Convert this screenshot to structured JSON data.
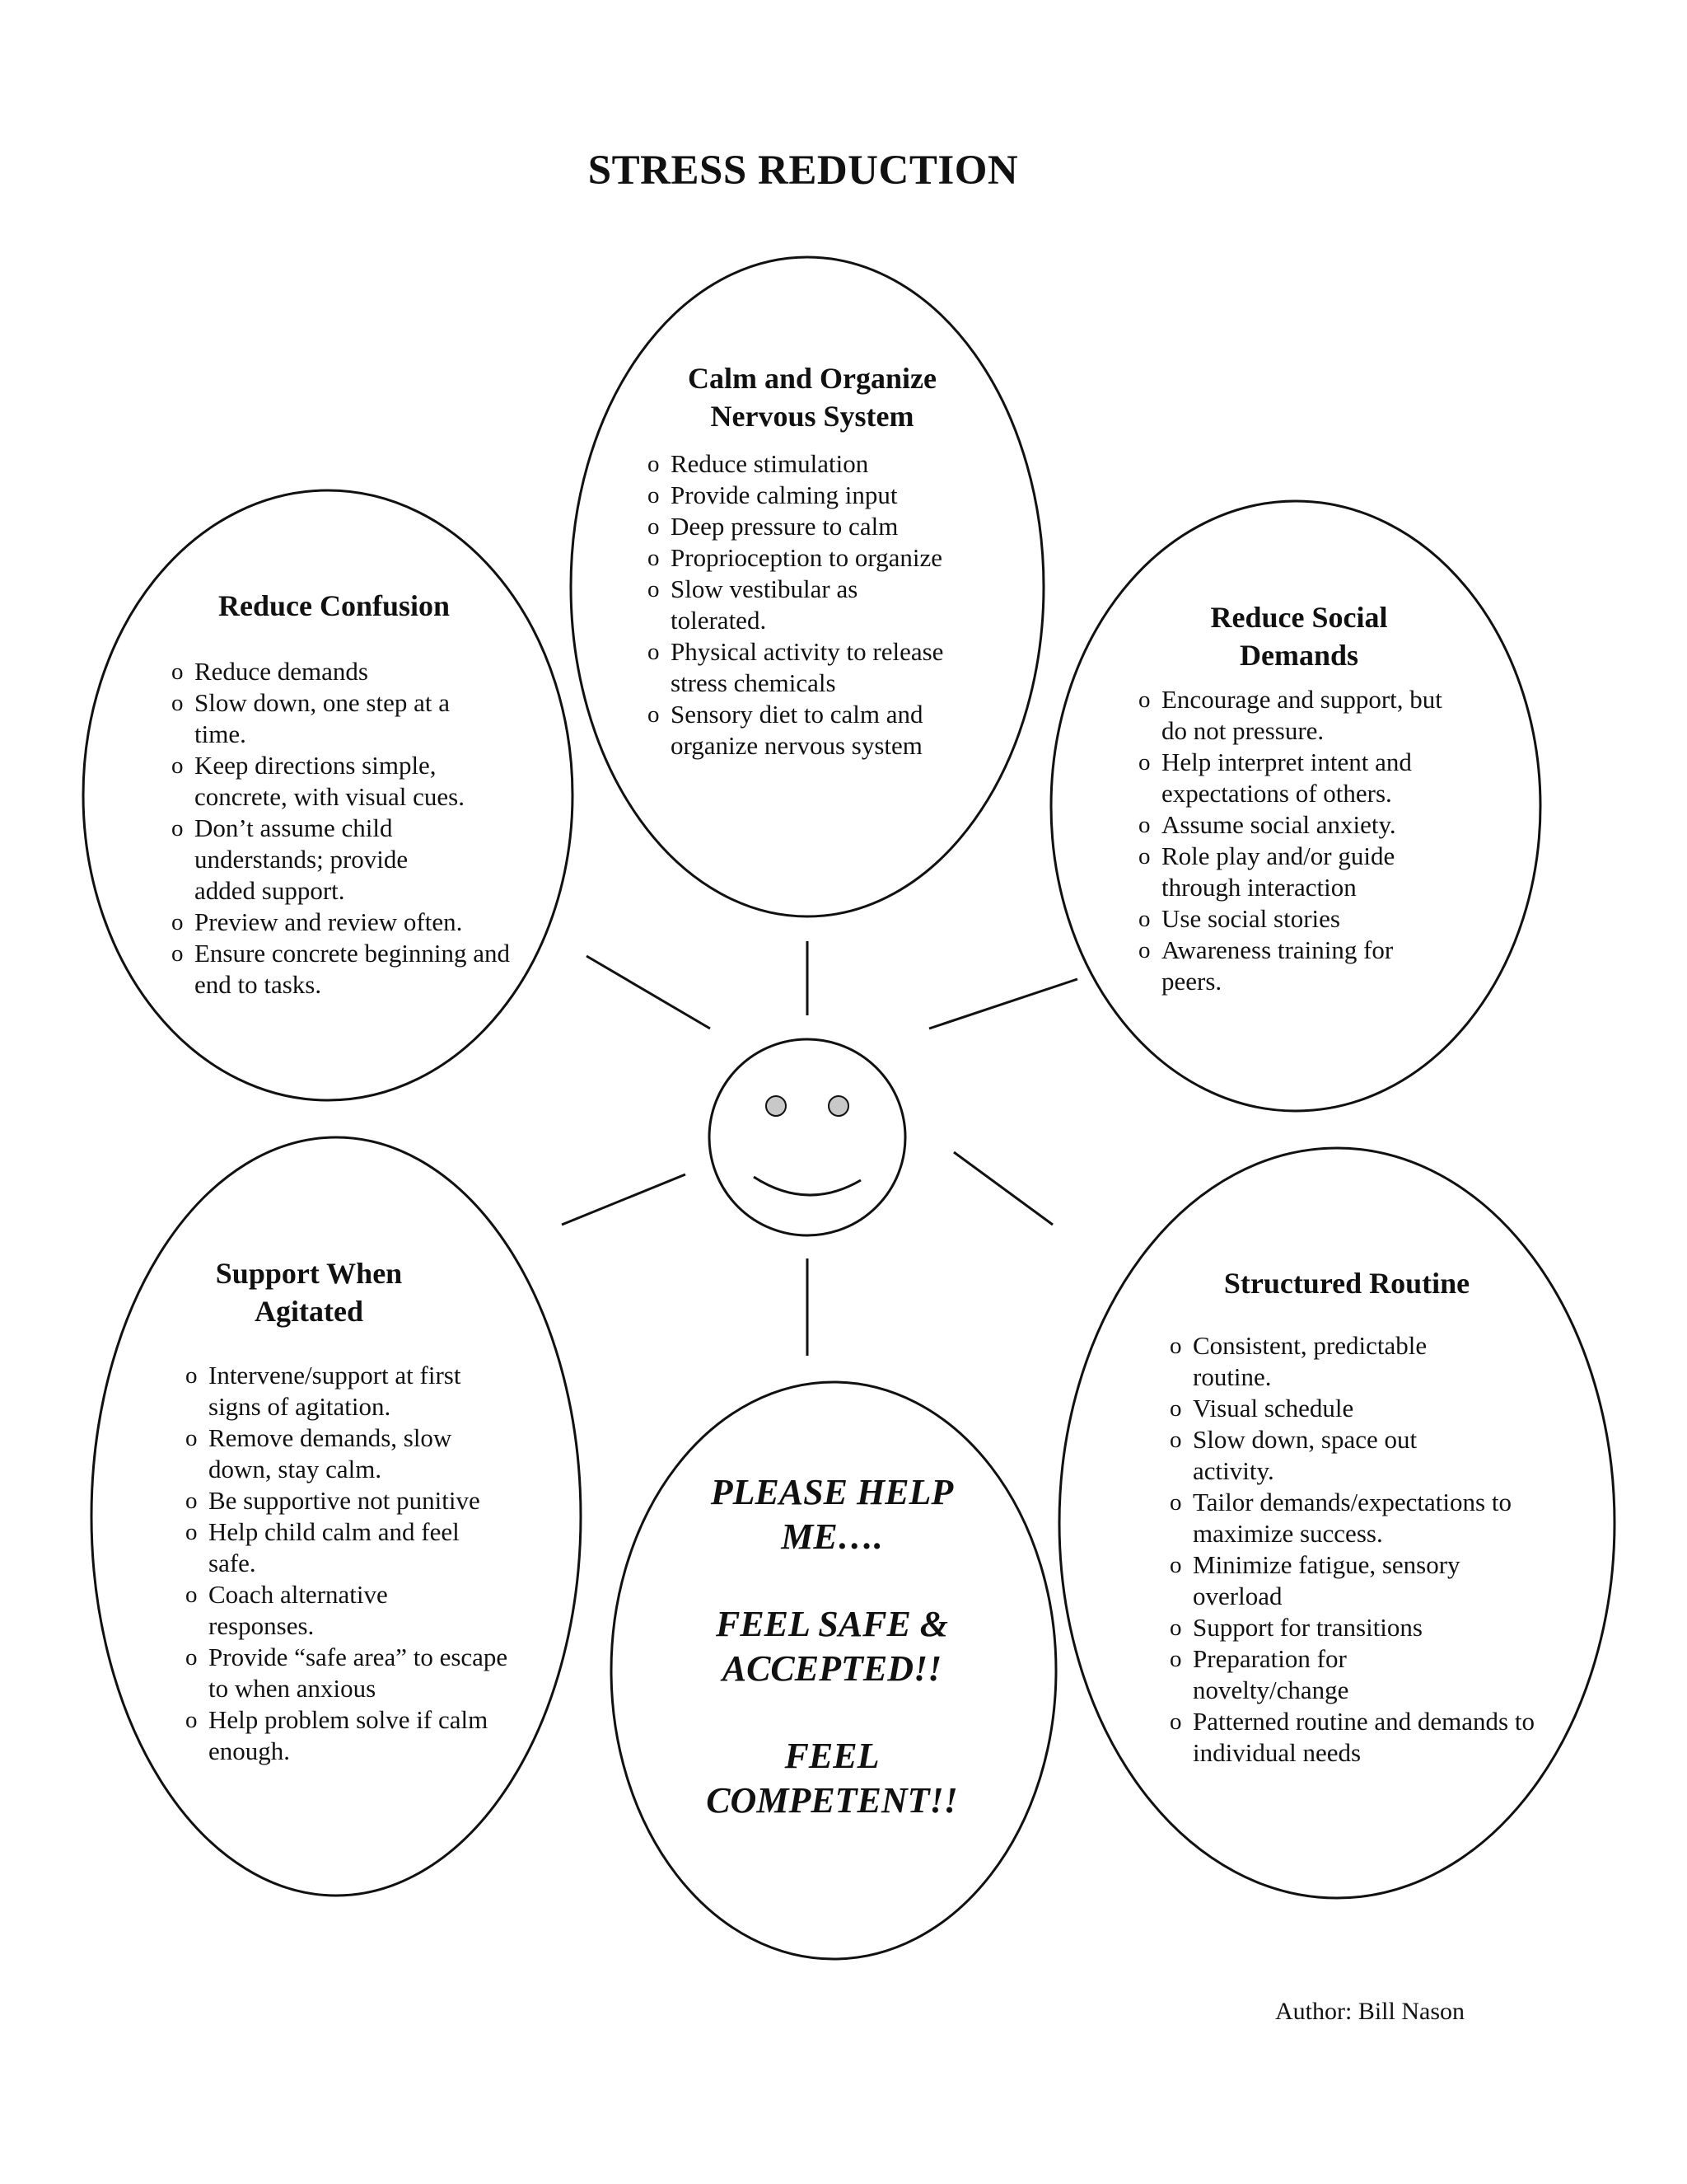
{
  "title": "STRESS REDUCTION",
  "author": "Author: Bill Nason",
  "groups": {
    "calm": {
      "title": "Calm and Organize Nervous System",
      "items": [
        "Reduce stimulation",
        "Provide calming input",
        "Deep pressure to calm",
        "Proprioception to organize",
        "Slow vestibular as tolerated.",
        "Physical activity to release stress chemicals",
        "Sensory diet to calm and organize nervous system"
      ]
    },
    "confusion": {
      "title": "Reduce Confusion",
      "items": [
        "Reduce demands",
        "Slow down, one step at a time.",
        "Keep directions simple, concrete, with visual cues.",
        "Don’t assume child understands; provide added support.",
        "Preview and review often.",
        "Ensure concrete beginning and end to tasks."
      ]
    },
    "social": {
      "title": "Reduce Social Demands",
      "items": [
        "Encourage and support, but do not pressure.",
        "Help interpret intent and expectations of others.",
        "Assume social anxiety.",
        "Role play and/or guide through interaction",
        "Use social stories",
        "Awareness training for peers."
      ]
    },
    "agitated": {
      "title": "Support When Agitated",
      "items": [
        "Intervene/support at first signs of agitation.",
        "Remove demands, slow down, stay calm.",
        "Be supportive not punitive",
        "Help child calm and feel safe.",
        "Coach alternative responses.",
        "Provide “safe area” to escape to when anxious",
        "Help problem solve if calm enough."
      ]
    },
    "routine": {
      "title": "Structured Routine",
      "items": [
        "Consistent, predictable routine.",
        "Visual schedule",
        "Slow down, space out activity.",
        "Tailor demands/expectations to maximize success.",
        "Minimize fatigue, sensory overload",
        "Support for transitions",
        "Preparation for novelty/change",
        "Patterned routine and demands to individual needs"
      ]
    }
  },
  "center": {
    "line1": "PLEASE HELP\nME….",
    "line2": "FEEL SAFE &\nACCEPTED!!",
    "line3": "FEEL\nCOMPETENT!!"
  }
}
